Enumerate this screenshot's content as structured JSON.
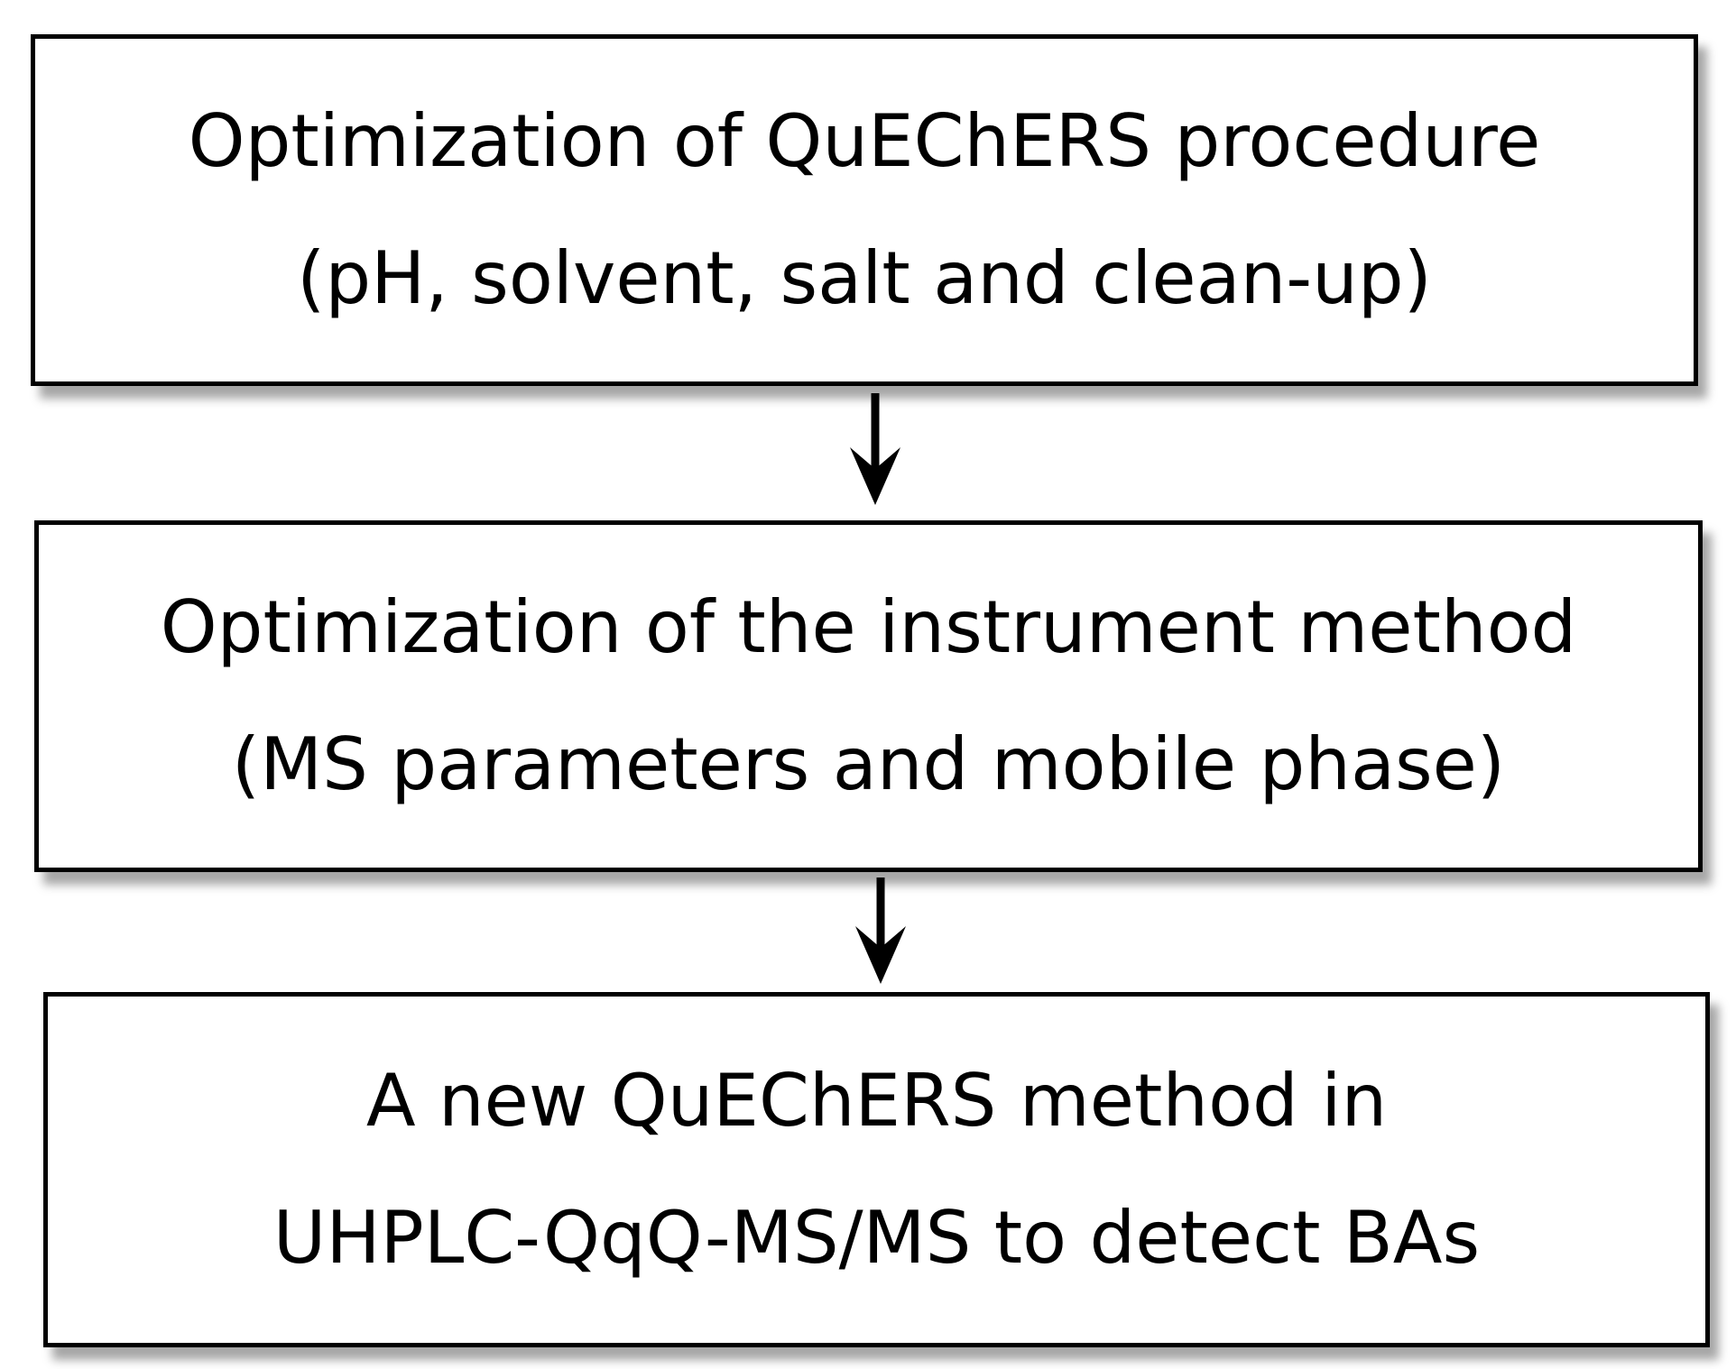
{
  "steps": [
    {
      "line1": "Optimization of QuEChERS procedure",
      "line2": "(pH, solvent, salt and clean-up)"
    },
    {
      "line1": "Optimization of the instrument method",
      "line2": "(MS parameters and mobile phase)"
    },
    {
      "line1": "A new QuEChERS method in",
      "line2": "UHPLC-QqQ-MS/MS to detect BAs"
    }
  ],
  "colors": {
    "border": "#000000",
    "text": "#000000",
    "background": "#ffffff"
  },
  "icons": [
    "arrow-down-icon",
    "arrow-down-icon"
  ]
}
